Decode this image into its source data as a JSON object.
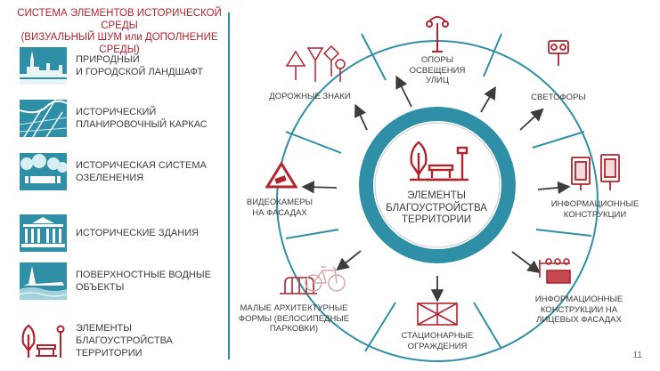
{
  "title": "СИСТЕМА ЭЛЕМЕНТОВ ИСТОРИЧЕСКОЙ СРЕДЫ\n(ВИЗУАЛЬНЫЙ ШУМ или ДОПОЛНЕНИЕ СРЕДЫ)",
  "categories": [
    {
      "label": "ПРИРОДНЫЙ\nИ ГОРОДСКОЙ ЛАНДШАФТ",
      "icon": "skyline-icon"
    },
    {
      "label": "ИСТОРИЧЕСКИЙ\nПЛАНИРОВОЧНЫЙ КАРКАС",
      "icon": "city-map-icon"
    },
    {
      "label": "ИСТОРИЧЕСКАЯ СИСТЕМА\nОЗЕЛЕНЕНИЯ",
      "icon": "park-icon"
    },
    {
      "label": "ИСТОРИЧЕСКИЕ ЗДАНИЯ",
      "icon": "classical-building-icon"
    },
    {
      "label": "ПОВЕРХНОСТНЫЕ ВОДНЫЕ\nОБЪЕКТЫ",
      "icon": "fortress-water-icon"
    },
    {
      "label": "ЭЛЕМЕНТЫ БЛАГОУСТРОЙСТВА\nТЕРРИТОРИИ",
      "icon": "tree-bench-lamp-icon"
    }
  ],
  "center": {
    "label": "ЭЛЕМЕНТЫ\nБЛАГОУСТРОЙСТВА\nТЕРРИТОРИИ"
  },
  "nodes": [
    {
      "key": "lighting",
      "label": "ОПОРЫ\nОСВЕЩЕНИЯ\nУЛИЦ",
      "icon": "street-lamp-icon"
    },
    {
      "key": "traffic_lights",
      "label": "СВЕТОФОРЫ",
      "icon": "traffic-light-icon"
    },
    {
      "key": "info",
      "label": "ИНФОРМАЦИОННЫЕ\nКОНСТРУКЦИИ",
      "icon": "billboard-icon"
    },
    {
      "key": "facade_info",
      "label": "ИНФОРМАЦИОННЫЕ\nКОНСТРУКЦИИ НА\nЛИЦЕВЫХ ФАСАДАХ",
      "icon": "facade-sign-icon"
    },
    {
      "key": "fences",
      "label": "СТАЦИОНАРНЫЕ\nОГРАЖДЕНИЯ",
      "icon": "fence-icon"
    },
    {
      "key": "small_forms",
      "label": "МАЛЫЕ АРХИТЕКТУРНЫЕ\nФОРМЫ (ВЕЛОСИПЕДНЫЕ\nПАРКОВКИ)",
      "icon": "bike-parking-icon"
    },
    {
      "key": "cameras",
      "label": "ВИДЕОКАМЕРЫ\nНА ФАСАДАХ",
      "icon": "camera-sign-icon"
    },
    {
      "key": "road_signs",
      "label": "ДОРОЖНЫЕ ЗНАКИ",
      "icon": "road-signs-icon"
    }
  ],
  "colors": {
    "teal": "#2f8fa6",
    "red": "#b3232d",
    "text": "#3c3c3c"
  },
  "page_number": "11"
}
